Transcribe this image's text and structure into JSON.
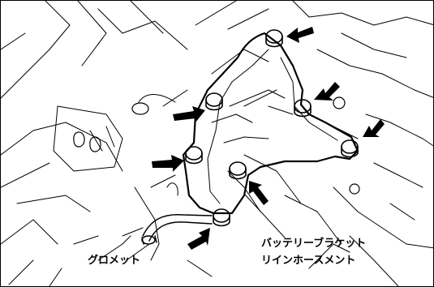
{
  "labels": {
    "grommet": "グロメット",
    "bracket_line1": "バッテリーブラケット",
    "bracket_line2": "リインホースメント"
  }
}
